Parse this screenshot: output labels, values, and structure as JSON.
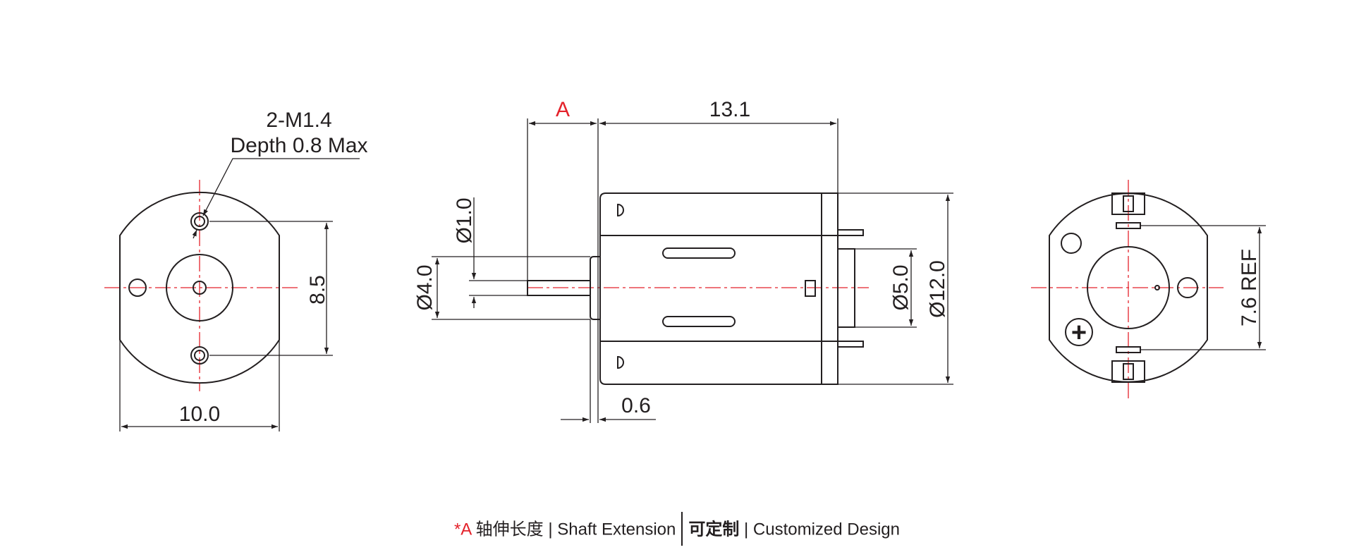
{
  "colors": {
    "line": "#231f20",
    "centerline": "#e4222b",
    "highlight": "#e4222b",
    "background": "#ffffff"
  },
  "front_view": {
    "thread_note_line1": "2-M1.4",
    "thread_note_line2": "Depth 0.8 Max",
    "dim_hole_pitch": "8.5",
    "dim_width": "10.0"
  },
  "side_view": {
    "dim_shaft_extension": "A",
    "dim_body_length": "13.1",
    "dim_shaft_diameter": "Ø1.0",
    "dim_boss_diameter": "Ø4.0",
    "dim_flange_thickness": "0.6",
    "dim_rear_boss_diameter": "Ø5.0",
    "dim_body_diameter": "Ø12.0"
  },
  "rear_view": {
    "dim_terminal_pitch": "7.6 REF",
    "polarity_mark": "+"
  },
  "caption": {
    "marker": "*A",
    "part1": " 轴伸长度 | Shaft Extension",
    "part2_cn": "可定制",
    "part2_en": " | Customized Design"
  }
}
